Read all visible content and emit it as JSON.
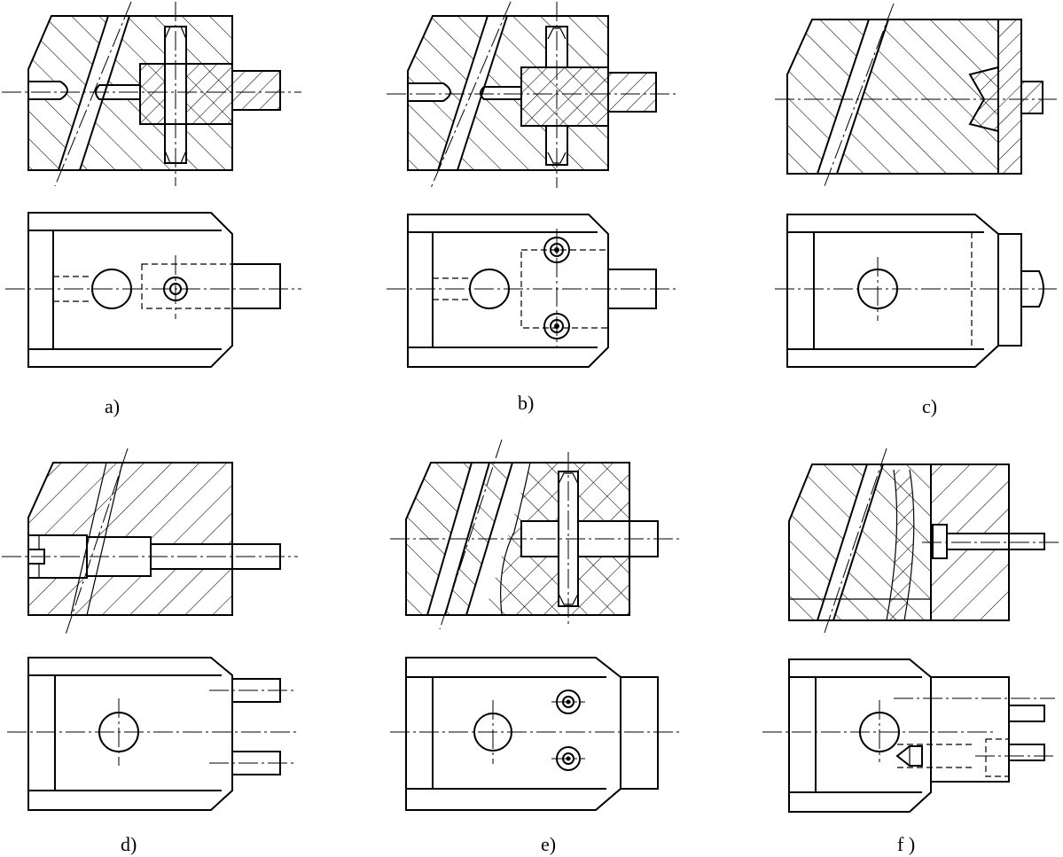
{
  "figure": {
    "panels": [
      {
        "id": "a",
        "label": "a)"
      },
      {
        "id": "b",
        "label": "b)"
      },
      {
        "id": "c",
        "label": "c)"
      },
      {
        "id": "d",
        "label": "d)"
      },
      {
        "id": "e",
        "label": "e)"
      },
      {
        "id": "f",
        "label": "f )"
      }
    ]
  }
}
